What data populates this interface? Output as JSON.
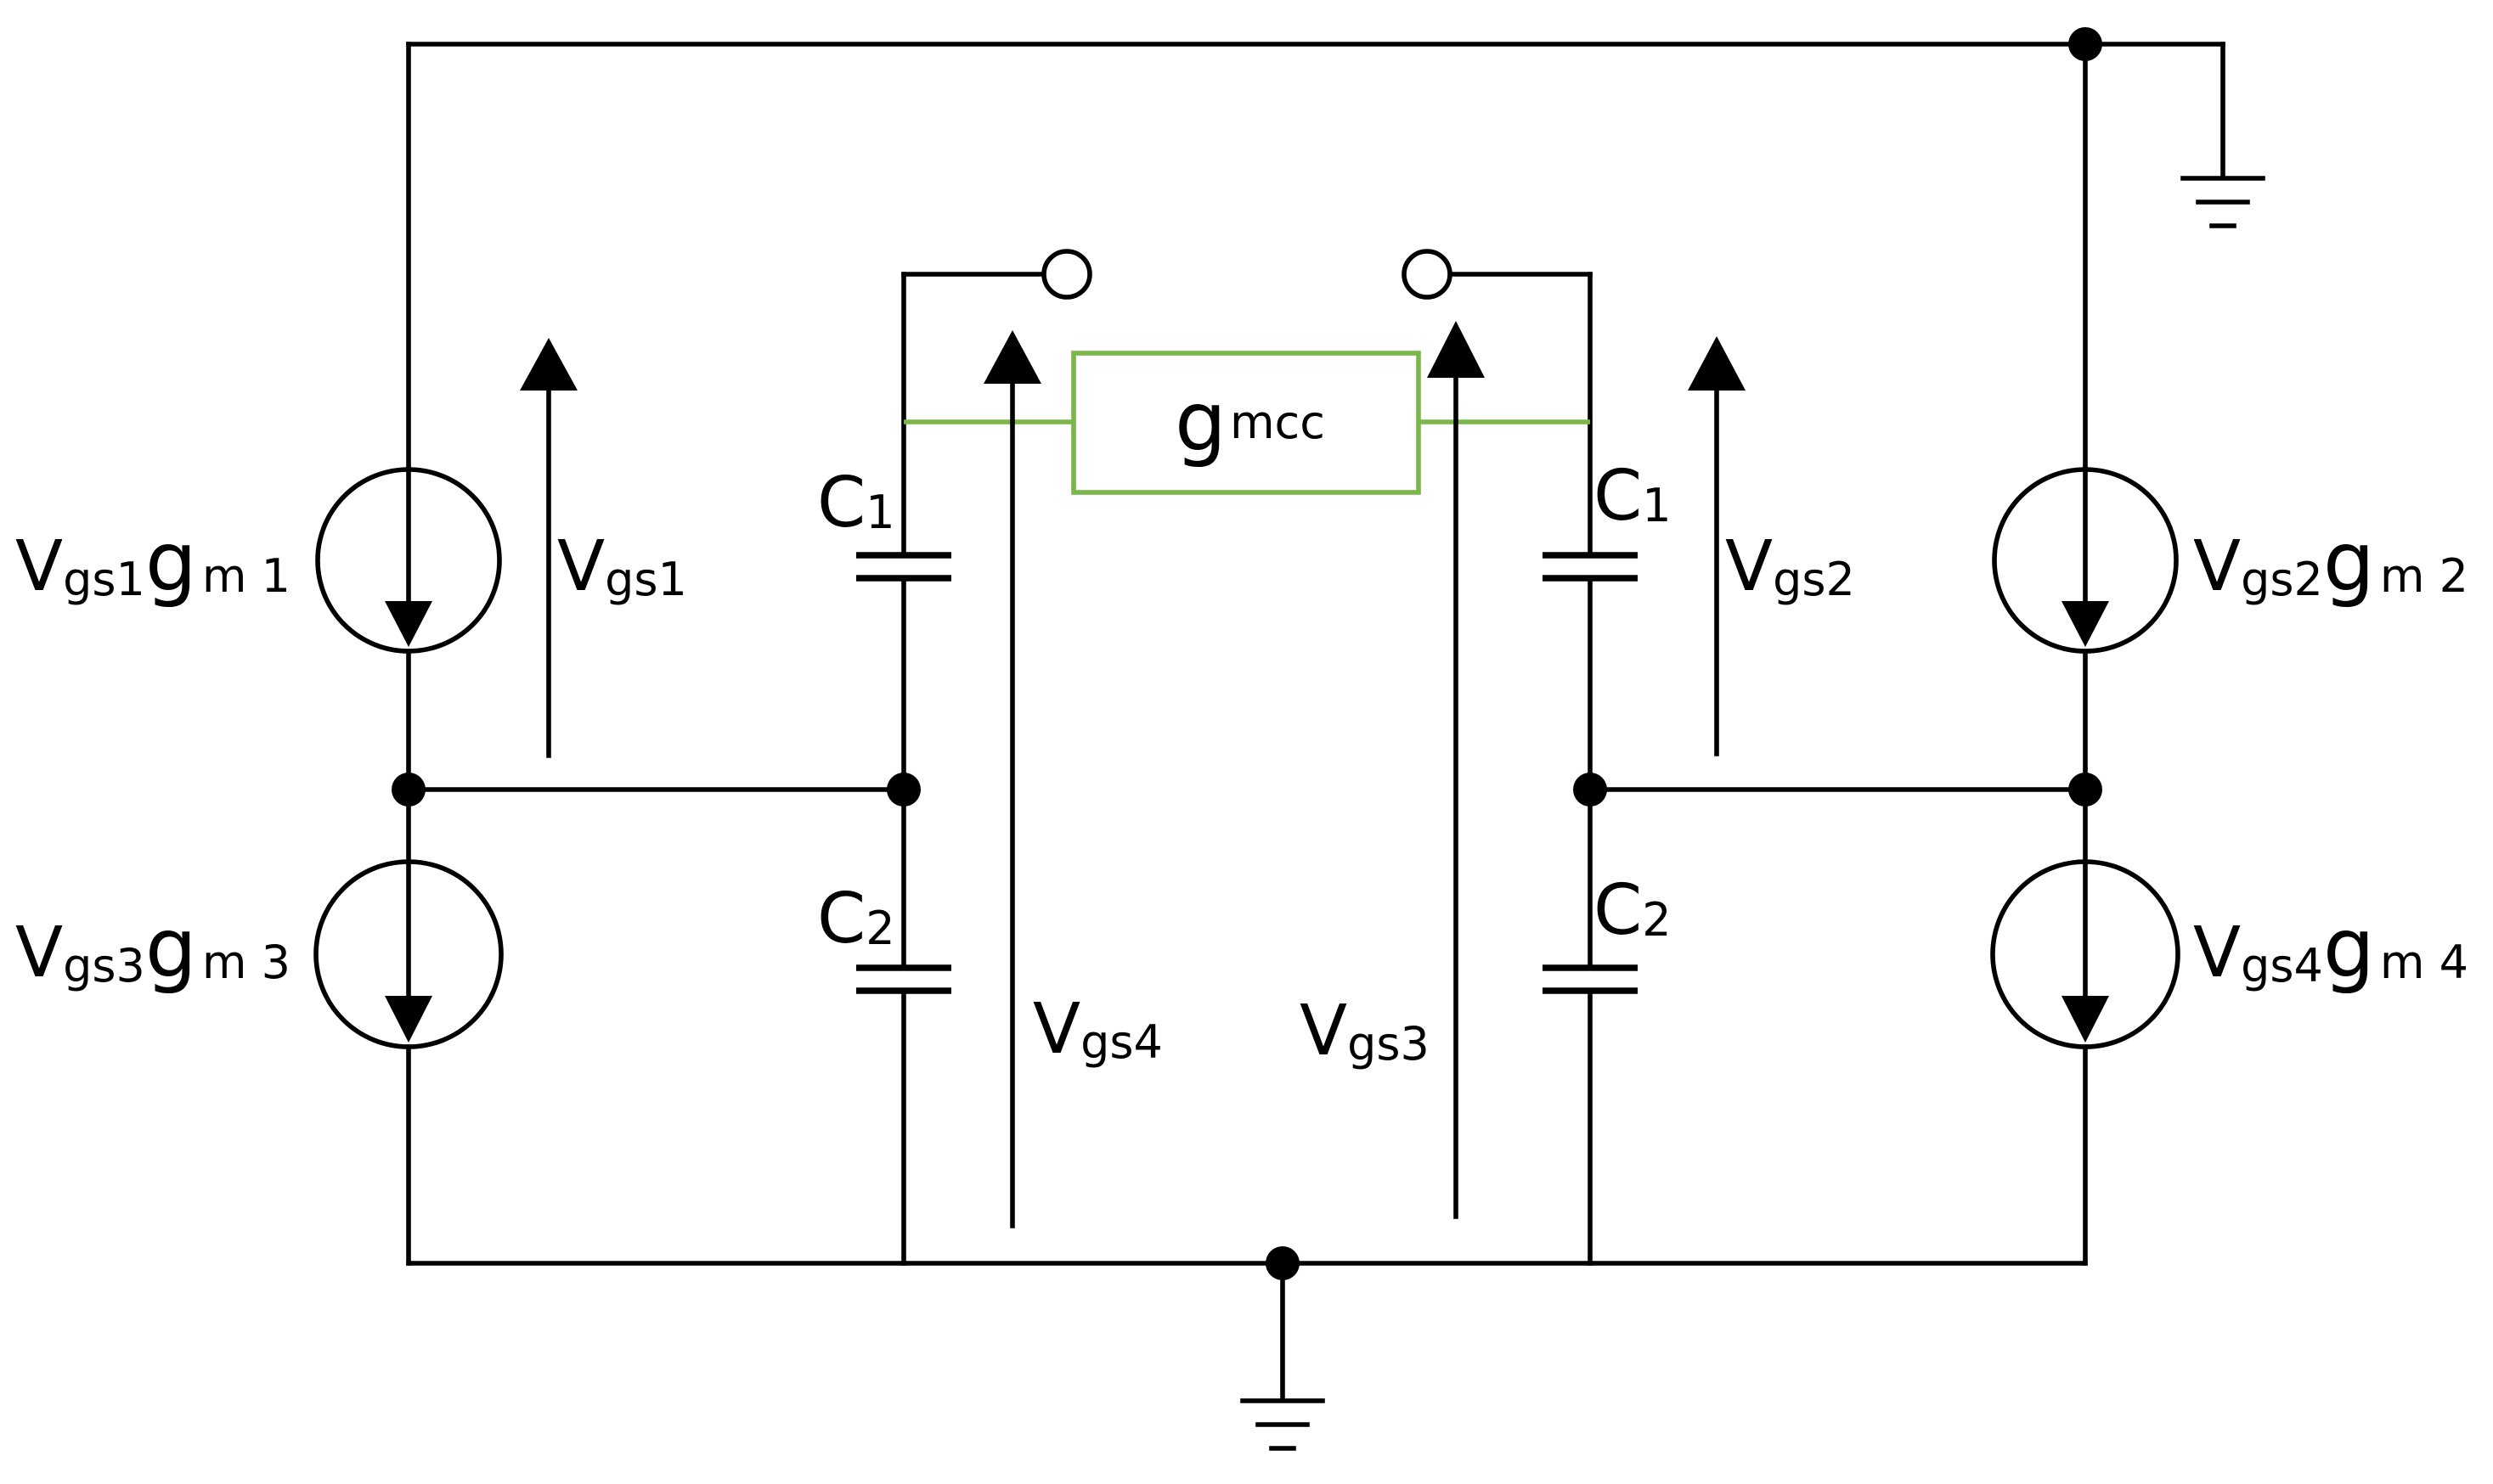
{
  "colors": {
    "wire": "#000000",
    "gmcc_element": "#7ab648",
    "background": "#ffffff"
  },
  "labels": {
    "src1": {
      "v": "V",
      "v_sub": "gs1",
      "g": "g",
      "g_sub": "m 1"
    },
    "src2": {
      "v": "V",
      "v_sub": "gs2",
      "g": "g",
      "g_sub": "m 2"
    },
    "src3": {
      "v": "V",
      "v_sub": "gs3",
      "g": "g",
      "g_sub": "m 3"
    },
    "src4": {
      "v": "V",
      "v_sub": "gs4",
      "g": "g",
      "g_sub": "m 4"
    },
    "volt_vgs1": {
      "main": "V",
      "sub": "gs1"
    },
    "volt_vgs2": {
      "main": "V",
      "sub": "gs2"
    },
    "volt_vgs3": {
      "main": "V",
      "sub": "gs3"
    },
    "volt_vgs4": {
      "main": "V",
      "sub": "gs4"
    },
    "cap_c1_left": {
      "main": "C",
      "sub": "1"
    },
    "cap_c2_left": {
      "main": "C",
      "sub": "2"
    },
    "cap_c1_right": {
      "main": "C",
      "sub": "1"
    },
    "cap_c2_right": {
      "main": "C",
      "sub": "2"
    },
    "gmcc": {
      "main": "g",
      "sub": "mcc"
    }
  },
  "icons": {
    "ground": "ground-icon",
    "current_source": "current-source-icon",
    "capacitor": "capacitor-icon",
    "terminal": "open-terminal-icon"
  }
}
